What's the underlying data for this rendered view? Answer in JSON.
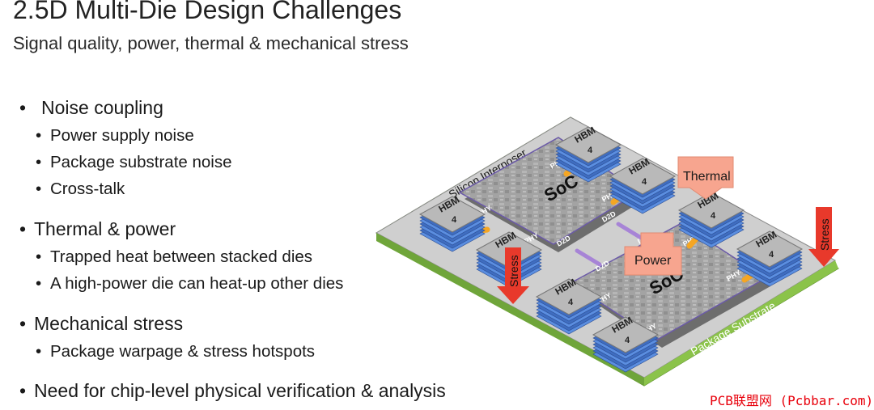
{
  "slide": {
    "title": "2.5D Multi-Die Design Challenges",
    "subtitle": "Signal quality, power, thermal & mechanical stress"
  },
  "bullets": {
    "noise": {
      "label": "Noise coupling",
      "items": [
        "Power supply noise",
        "Package substrate noise",
        "Cross-talk"
      ]
    },
    "thermal": {
      "label": "Thermal & power",
      "items": [
        "Trapped heat between stacked dies",
        "A high-power die can heat-up other dies"
      ]
    },
    "mechanical": {
      "label": "Mechanical stress",
      "items": [
        "Package warpage & stress hotspots"
      ]
    },
    "verification": {
      "label": "Need for chip-level physical verification & analysis"
    }
  },
  "diagram": {
    "interposer_label": "Silicon Interposer",
    "substrate_label": "Package Substrate",
    "soc_label": "SoC",
    "hbm_label": "HBM",
    "hbm_num": "4",
    "d2d_label": "D2D",
    "phy_label": "PHY",
    "thermal_label": "Thermal",
    "power_label": "Power",
    "stress_label": "Stress",
    "colors": {
      "substrate_green": "#7cb342",
      "interposer_grey": "#c8c8c8",
      "soc_die": "#9e9e9e",
      "hbm_blue": "#4a78c8",
      "callout_salmon": "#f7a58f",
      "stress_red": "#e8392b",
      "io_arrow_orange": "#f5a623",
      "d2d_arrow_purple": "#a784d6"
    }
  },
  "watermark": "PCB联盟网 (Pcbbar.com)"
}
